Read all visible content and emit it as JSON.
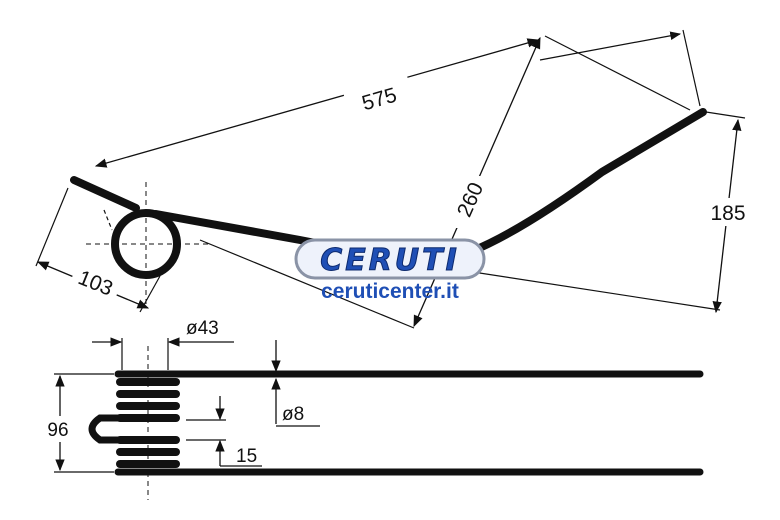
{
  "dimensions": {
    "length": "575",
    "diagonal": "260",
    "height": "185",
    "coil_offset": "103",
    "coil_diameter": "ø43",
    "wire_diameter": "ø8",
    "coil_width": "96",
    "gap": "15"
  },
  "watermark": {
    "brand": "CERUTI",
    "site": "ceruticenter.it",
    "brand_color": "#1f4fb5",
    "site_color": "#1f4fb5"
  }
}
